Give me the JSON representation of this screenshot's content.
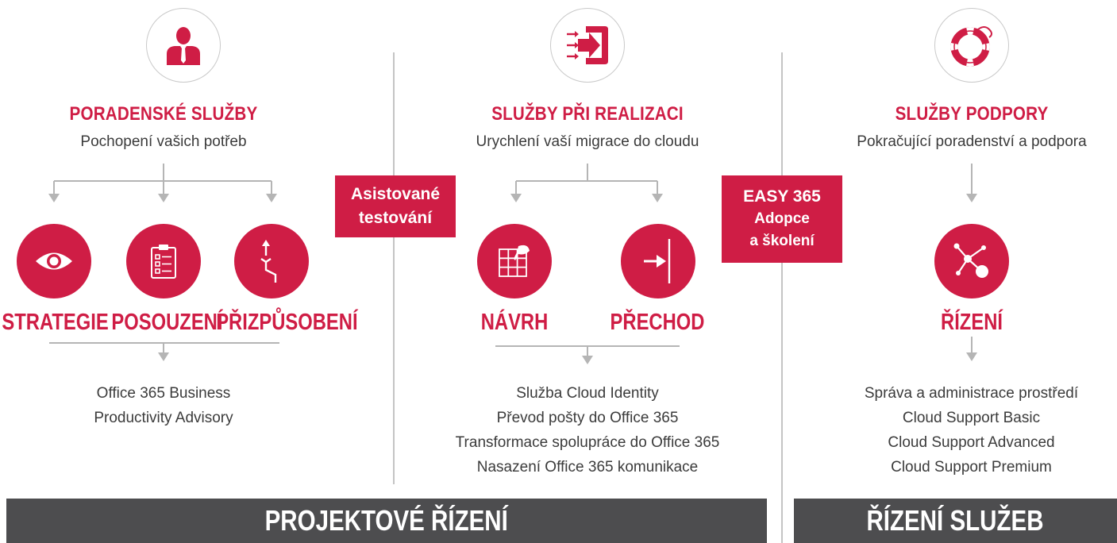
{
  "columns": [
    {
      "title": "PORADENSKÉ SLUŽBY",
      "subtitle": "Pochopení vašich potřeb",
      "icon": "person-icon",
      "steps": [
        {
          "label": "STRATEGIE",
          "icon": "eye-icon"
        },
        {
          "label": "POSOUZENÍ",
          "icon": "clipboard-icon"
        },
        {
          "label": "PŘIZPŮSOBENÍ",
          "icon": "path-arrow-icon"
        }
      ],
      "outputs": [
        "Office 365 Business",
        "Productivity Advisory"
      ]
    },
    {
      "title": "SLUŽBY PŘI REALIZACI",
      "subtitle": "Urychlení vaší migrace do cloudu",
      "icon": "sign-in-icon",
      "steps": [
        {
          "label": "NÁVRH",
          "icon": "grid-pen-icon"
        },
        {
          "label": "PŘECHOD",
          "icon": "arrow-to-line-icon"
        }
      ],
      "outputs": [
        "Služba Cloud Identity",
        "Převod pošty do Office 365",
        "Transformace spolupráce do Office 365",
        "Nasazení Office 365 komunikace"
      ]
    },
    {
      "title": "SLUŽBY PODPORY",
      "subtitle": "Pokračující poradenství a podpora",
      "icon": "lifebuoy-icon",
      "steps": [
        {
          "label": "ŘÍZENÍ",
          "icon": "network-icon"
        }
      ],
      "outputs": [
        "Správa a administrace prostředí",
        "Cloud Support Basic",
        "Cloud Support Advanced",
        "Cloud Support Premium"
      ]
    }
  ],
  "callouts": {
    "testing": {
      "line1": "Asistované",
      "line2": "testování"
    },
    "easy": {
      "line1": "EASY 365",
      "line2": "Adopce",
      "line3": "a školení"
    }
  },
  "bars": {
    "project": "PROJEKTOVÉ ŘÍZENÍ",
    "service": "ŘÍZENÍ SLUŽEB"
  },
  "colors": {
    "accent": "#cf1d45",
    "bar": "#4d4d4f",
    "line": "#b5b5b5",
    "divider": "#c4c4c4"
  }
}
